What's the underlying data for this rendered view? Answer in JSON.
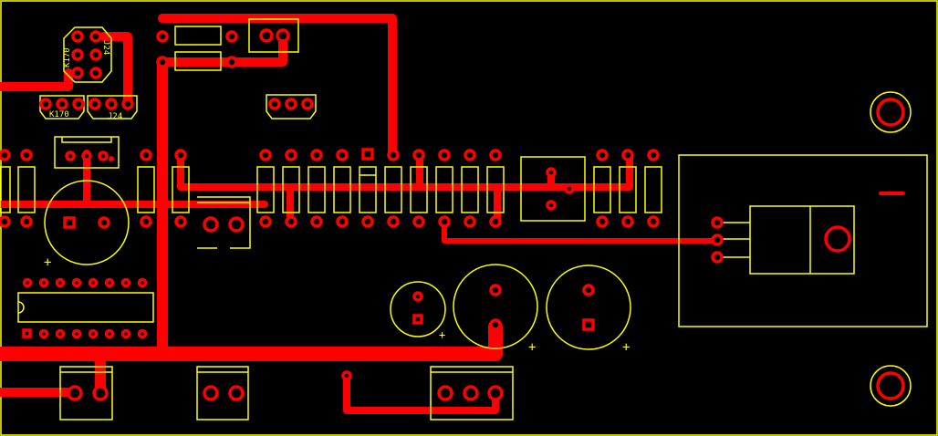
{
  "board": {
    "background": "#000000",
    "copper_color": "#ff0000",
    "silkscreen_color": "#ffff00"
  },
  "labels": {
    "k170_vertical": "K170",
    "j24_vertical": "J24",
    "k170_horizontal": "K170",
    "j24_horizontal": "J24"
  },
  "polarity": {
    "plus": "+"
  }
}
